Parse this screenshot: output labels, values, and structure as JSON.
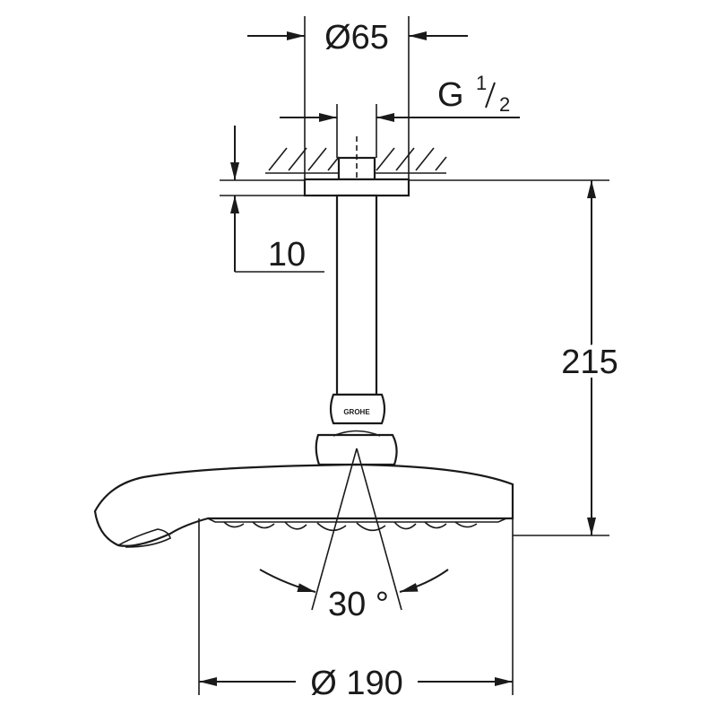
{
  "dimensions": {
    "flange_diameter": "Ø65",
    "thread_main": "G",
    "thread_num": "1",
    "thread_den": "2",
    "ceiling_offset": "10",
    "total_height": "215",
    "spray_angle": "30 °",
    "head_diameter": "Ø 190"
  },
  "logo": {
    "text": "GROHE"
  },
  "colors": {
    "ink": "#1a1a1a",
    "background": "#ffffff"
  }
}
